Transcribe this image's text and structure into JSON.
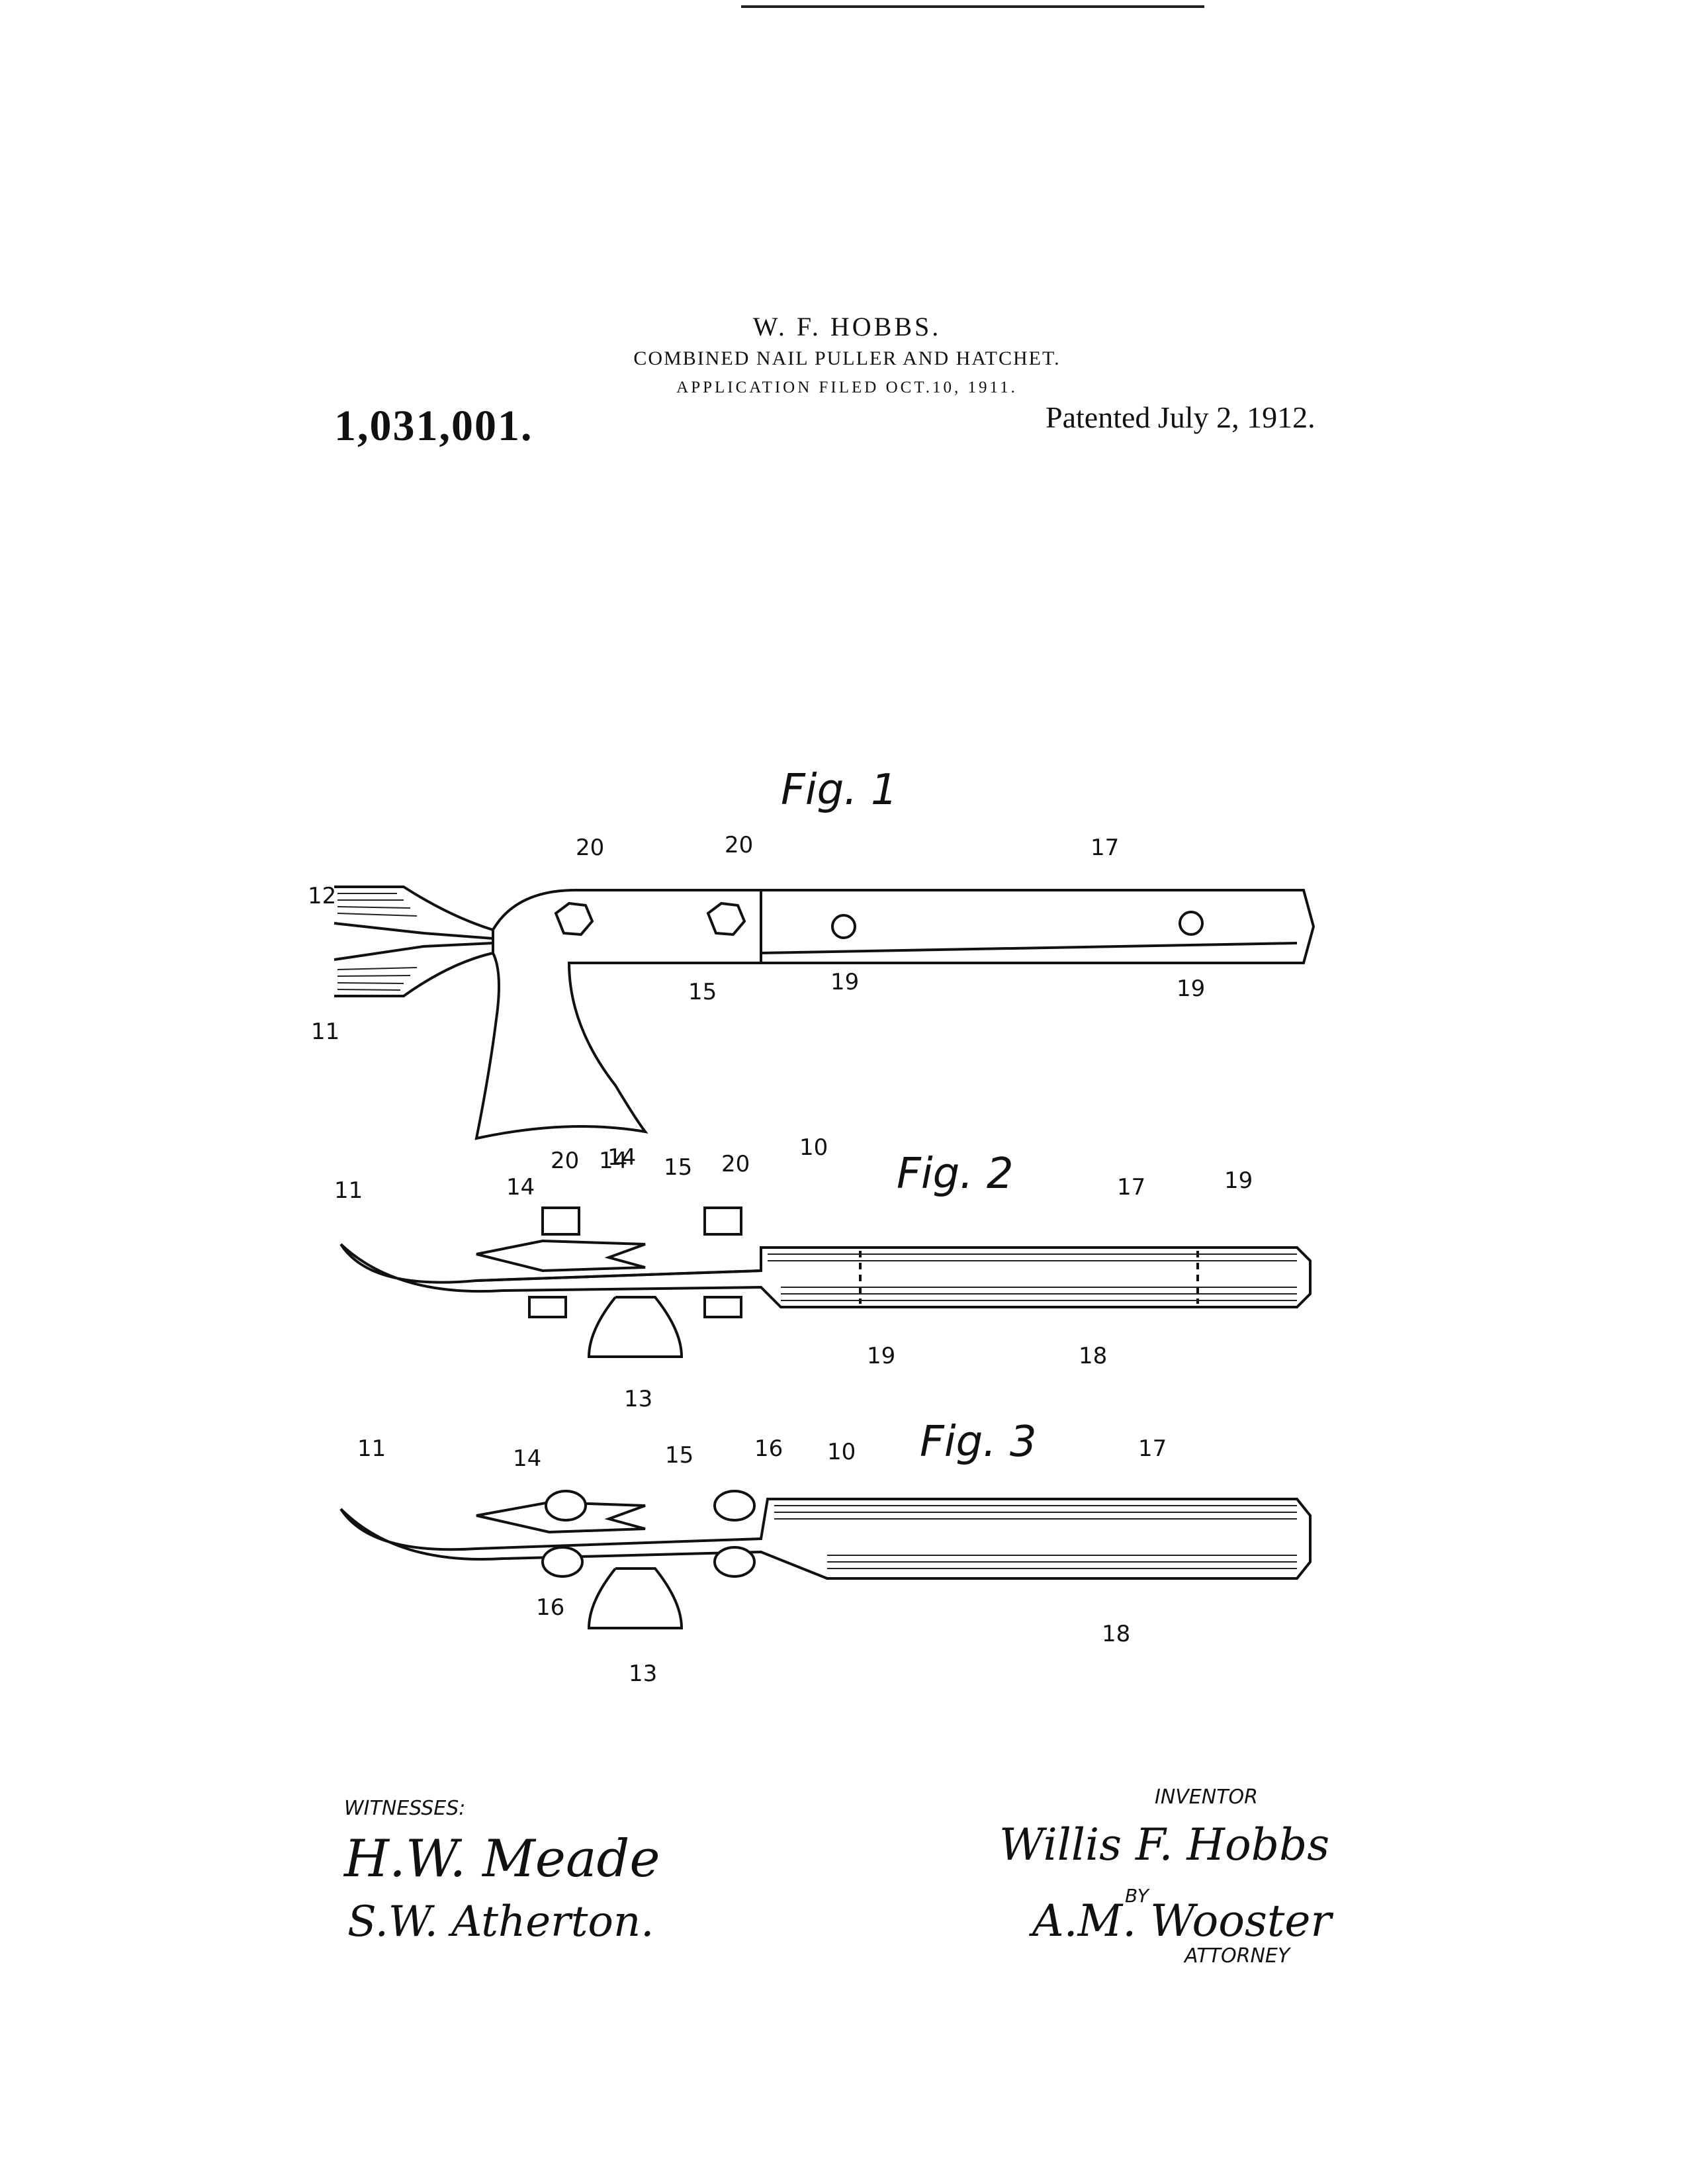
{
  "header": {
    "inventor": "W. F. HOBBS.",
    "title": "COMBINED NAIL PULLER AND HATCHET.",
    "filed": "APPLICATION FILED OCT.10, 1911.",
    "patent_number": "1,031,001.",
    "patented": "Patented July 2, 1912."
  },
  "figures": {
    "fig1": "Fig. 1",
    "fig2": "Fig. 2",
    "fig3": "Fig. 3"
  },
  "refs": {
    "r10": "10",
    "r11": "11",
    "r12": "12",
    "r13": "13",
    "r14": "14",
    "r15": "15",
    "r16": "16",
    "r17": "17",
    "r18": "18",
    "r19": "19",
    "r20": "20"
  },
  "signatures": {
    "witnesses_label": "WITNESSES:",
    "witness1": "H.W. Meade",
    "witness2": "S.W. Atherton.",
    "inventor_label": "INVENTOR",
    "inventor_signature": "Willis F. Hobbs",
    "by_label": "BY",
    "attorney_signature": "A.M. Wooster",
    "attorney_label": "ATTORNEY"
  }
}
